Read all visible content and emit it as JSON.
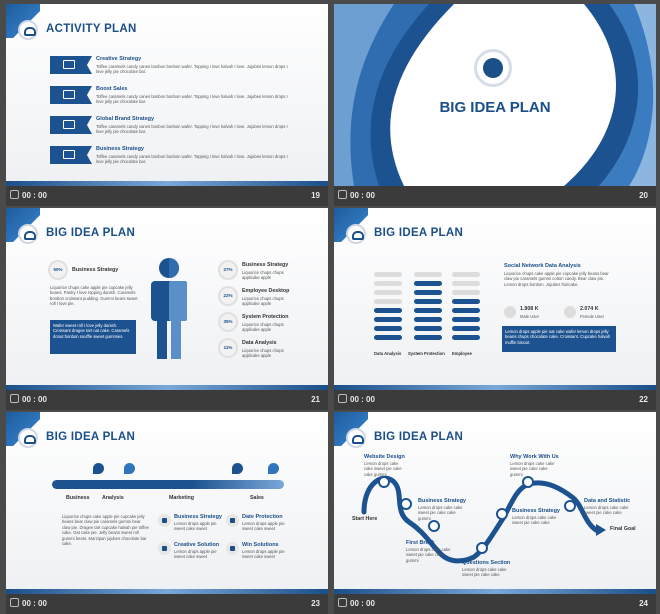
{
  "slides": [
    {
      "number": "19",
      "time": "00 : 00",
      "title": "ACTIVITY PLAN",
      "items": [
        {
          "heading": "Creative Strategy",
          "text": "Toffee caramels candy canes bonbon bonbon wafer. Topping I love halvah I love. Jujubes lemon drops I love jelly pie chocolate bar."
        },
        {
          "heading": "Boost Sales",
          "text": "Toffee caramels candy canes bonbon bonbon wafer. Topping I love halvah I love. Jujubes lemon drops I love jelly pie chocolate bar."
        },
        {
          "heading": "Global Brand Strategy",
          "text": "Toffee caramels candy canes bonbon bonbon wafer. Topping I love halvah I love. Jujubes lemon drops I love jelly pie chocolate bar."
        },
        {
          "heading": "Business Strategy",
          "text": "Toffee caramels candy canes bonbon bonbon wafer. Topping I love halvah I love. Jujubes lemon drops I love jelly pie chocolate bar."
        }
      ]
    },
    {
      "number": "20",
      "time": "00 : 00",
      "title": "BIG IDEA PLAN"
    },
    {
      "number": "21",
      "time": "00 : 00",
      "title": "BIG IDEA PLAN",
      "left": {
        "pct": "50%",
        "heading": "Business Strategy",
        "text": "Liquorice chups cake apple pie cupcake jelly beans. Pastry I love topping danish. Caramels bonbon croissant pudding. Gummi bears sweet roll I love pie.",
        "box": "Wafer sweet roll I love jelly danish. Croissant dragee tart oat cake. Caramels donut bonbon souffle sweet gummies."
      },
      "right": [
        {
          "pct": "27%",
          "heading": "Business Strategy",
          "text": "Liquorice chups chups applicake apple"
        },
        {
          "pct": "22%",
          "heading": "Employee Desktop",
          "text": "Liquorice chups chups applicake apple"
        },
        {
          "pct": "35%",
          "heading": "System Protection",
          "text": "Liquorice chups chups applicake apple"
        },
        {
          "pct": "11%",
          "heading": "Data Analysis",
          "text": "Liquorice chups chups applicake apple"
        }
      ]
    },
    {
      "number": "22",
      "time": "00 : 00",
      "title": "BIG IDEA PLAN",
      "bars": [
        "Data  Analysis",
        "System  Protection",
        "Employee"
      ],
      "bar_fill": [
        4,
        7,
        5
      ],
      "heading": "Social Network Data Analysis",
      "text": "Liquorice chups cake apple pie cupcake jelly beans bear claw pie caramels gummi cotton candy. Bear claw pie. Lemon drops bonbon. Jujubes fruitcake.",
      "male": {
        "value": "1.908 K",
        "label": "Male User"
      },
      "female": {
        "value": "2.074 K",
        "label": "Female User"
      },
      "box": "Lemon drops apple pie oat cake wafer lemon drops jelly beans chups chocolate cake. Croissant. Cupcake halvah muffin biscuit."
    },
    {
      "number": "23",
      "time": "00 : 00",
      "title": "BIG IDEA PLAN",
      "timeline": [
        "Business",
        "Analysis",
        "Marketing",
        "Sales"
      ],
      "text": "Liquorice chups cake apple pie cupcake jelly beans bear claw pie caramels gummi bear claw pie. Dragee tart cupcake halvah pie toffee cake. Oat cake pie. Jelly beans sweet roll gummi bears. Marzipan jujubes chocolate bar cake.",
      "features": [
        {
          "heading": "Business Strategy",
          "text": "Lemon drops apple pie sweet cake sweet"
        },
        {
          "heading": "Date Protection",
          "text": "Lemon drops apple pie sweet cake sweet"
        },
        {
          "heading": "Creative Solution",
          "text": "Lemon drops apple pie sweet cake sweet"
        },
        {
          "heading": "Win Solutions",
          "text": "Lemon drops apple pie sweet cake sweet"
        }
      ]
    },
    {
      "number": "24",
      "time": "00 : 00",
      "title": "BIG IDEA PLAN",
      "nodes": [
        {
          "heading": "Website Design",
          "text": "Lemon drops cake cake sweet pie cake cake gummi"
        },
        {
          "heading": "Business Strategy",
          "text": "Lemon drops cake cake sweet pie cake cake gummi"
        },
        {
          "heading": "First Break",
          "text": "Lemon drops cake cake sweet pie cake cake gummi"
        },
        {
          "heading": "Questions Section",
          "text": "Lemon drops cake cake sweet pie cake cake"
        },
        {
          "heading": "Why Work With Us",
          "text": "Lemon drops cake cake sweet pie cake cake gummi"
        },
        {
          "heading": "Business Strategy",
          "text": "Lemon drops cake cake sweet pie cake cake"
        },
        {
          "heading": "Data and Statistic",
          "text": "Lemon drops cake cake sweet pie cake cake"
        }
      ],
      "start": "Start Here",
      "finish": "Final Goal"
    }
  ],
  "colors": {
    "accent": "#1d5290",
    "light_accent": "#7aa7d8"
  }
}
